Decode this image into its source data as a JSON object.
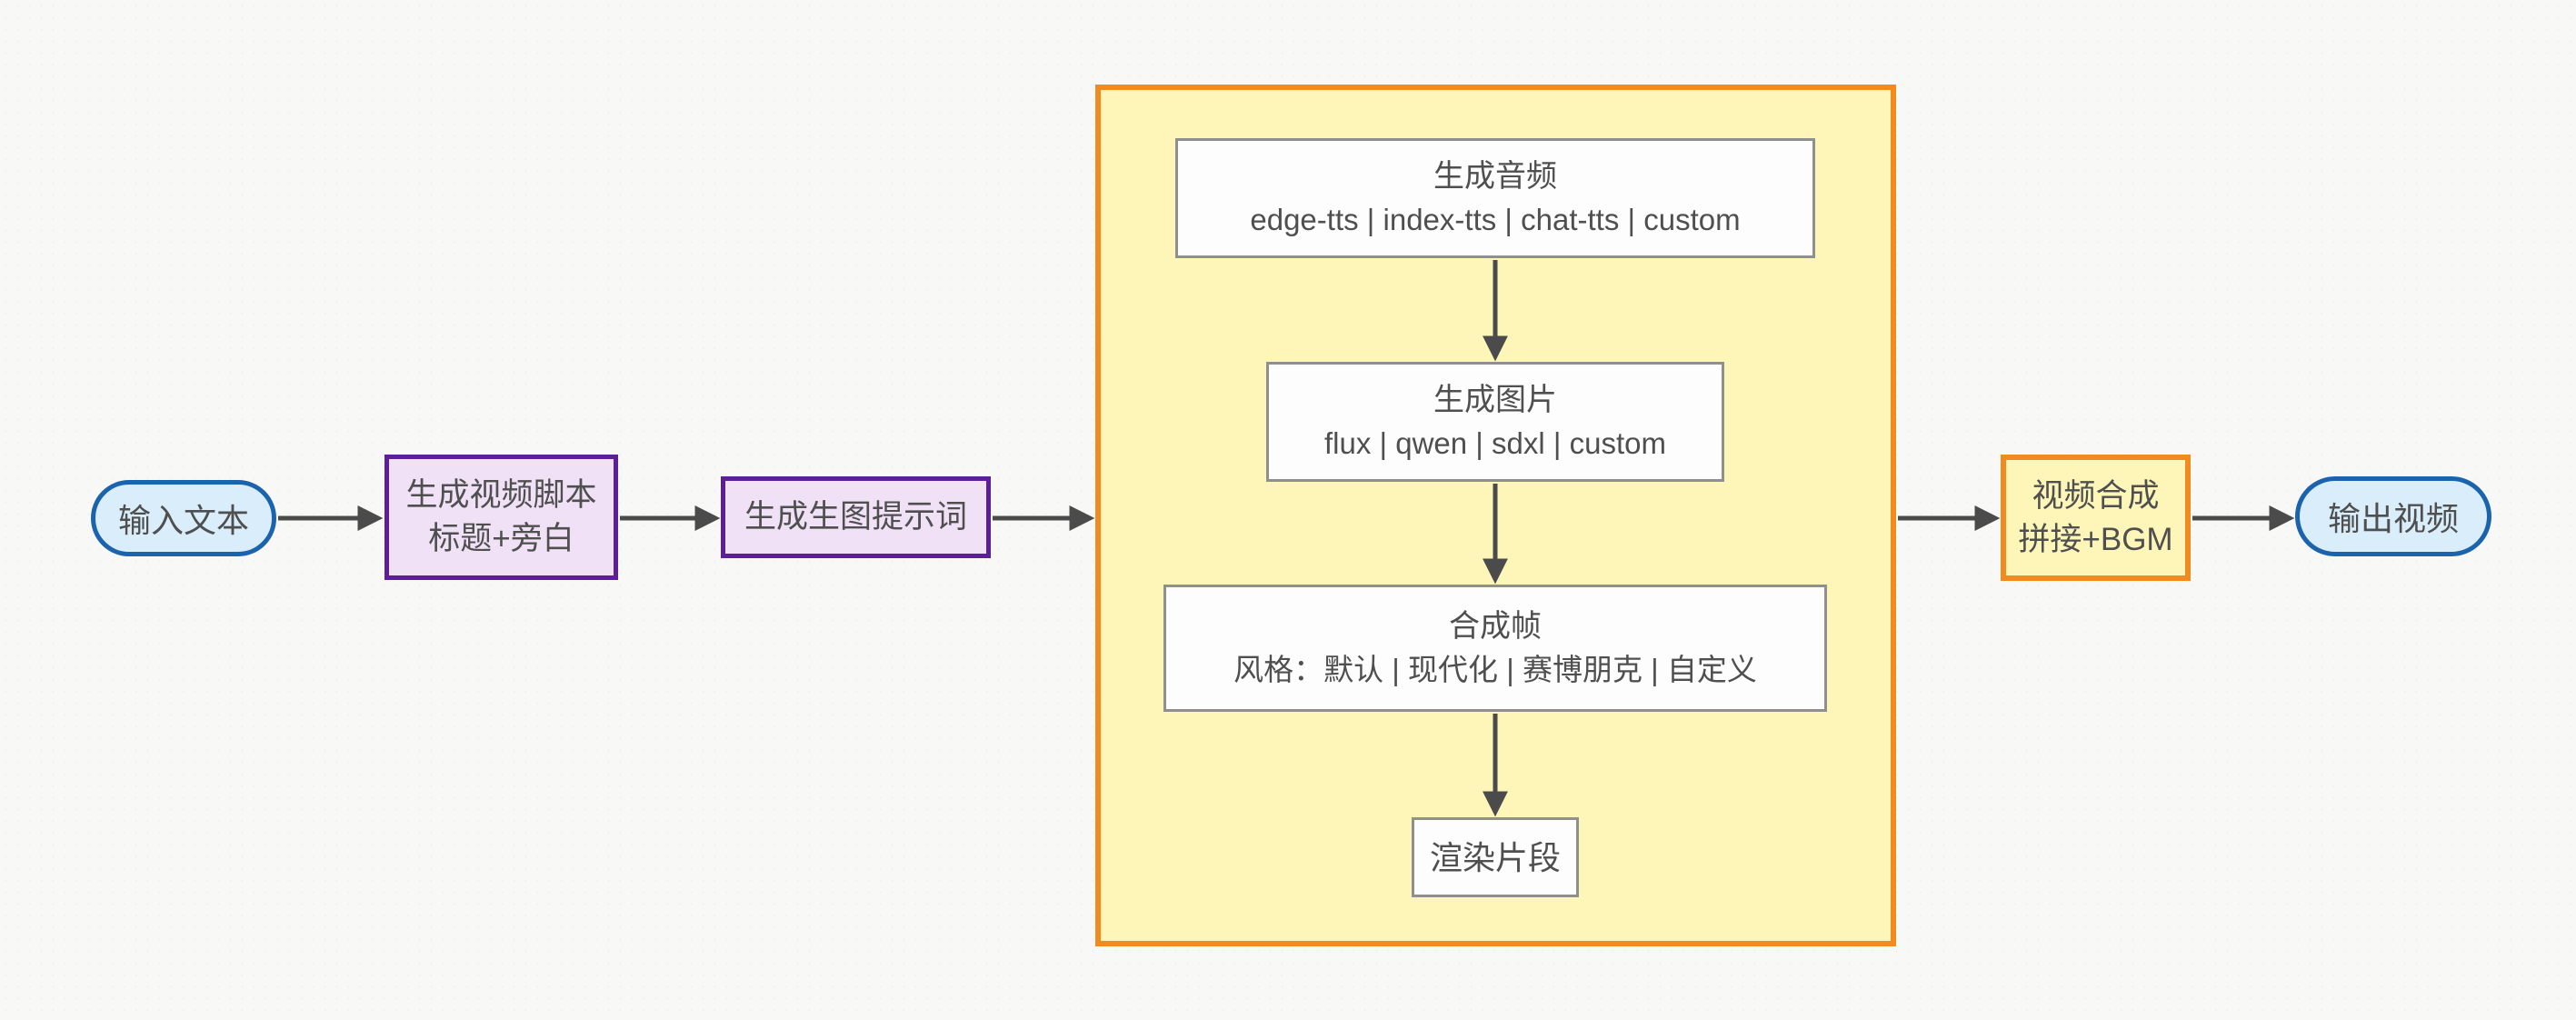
{
  "diagram": {
    "nodes": {
      "input": {
        "label": "输入文本"
      },
      "script": {
        "lines": [
          "生成视频脚本",
          "标题+旁白"
        ]
      },
      "prompt": {
        "label": "生成生图提示词"
      },
      "audio": {
        "lines": [
          "生成音频",
          "edge-tts | index-tts | chat-tts | custom"
        ]
      },
      "image": {
        "lines": [
          "生成图片",
          "flux | qwen | sdxl | custom"
        ]
      },
      "frames": {
        "lines": [
          "合成帧",
          "风格：默认 | 现代化 | 赛博朋克 | 自定义"
        ]
      },
      "render": {
        "label": "渲染片段"
      },
      "compose": {
        "lines": [
          "视频合成",
          "拼接+BGM"
        ]
      },
      "output": {
        "label": "输出视频"
      }
    },
    "colors": {
      "terminal_border": "#1b63ac",
      "terminal_fill": "#d9edfa",
      "process_border": "#5c1f99",
      "process_fill": "#f0e1f6",
      "group_border": "#f18a1f",
      "group_fill": "#fdf6b8",
      "step_border": "#8f8f8f",
      "step_fill": "#fdfdfd",
      "arrow": "#4b4b4b",
      "text": "#4f4f4f",
      "background": "#f8f8f7"
    }
  }
}
